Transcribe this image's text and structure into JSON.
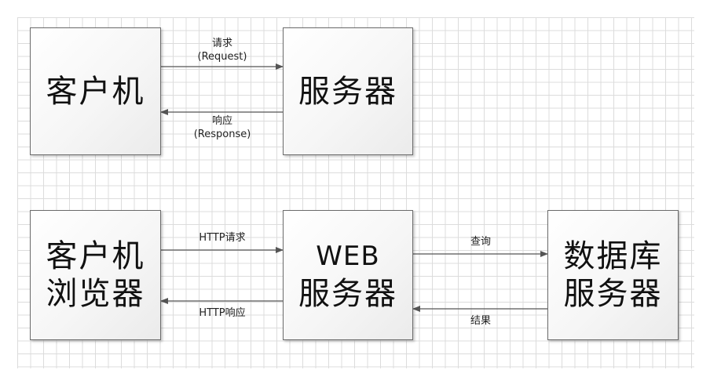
{
  "top": {
    "client_box": {
      "lines": [
        "客户机"
      ]
    },
    "server_box": {
      "lines": [
        "服务器"
      ]
    },
    "request_label": {
      "line1": "请求",
      "line2": "(Request)"
    },
    "response_label": {
      "line1": "响应",
      "line2": "(Response)"
    }
  },
  "bottom": {
    "browser_box": {
      "line1": "客户机",
      "line2": "浏览器"
    },
    "web_box": {
      "line1": "WEB",
      "line2": "服务器"
    },
    "db_box": {
      "line1": "数据库",
      "line2": "服务器"
    },
    "http_request_label": "HTTP请求",
    "http_response_label": "HTTP响应",
    "query_label": "查询",
    "result_label": "结果"
  },
  "colors": {
    "box_border": "#6b6b6b",
    "arrow": "#555555",
    "grid": "#dcdcdc"
  }
}
